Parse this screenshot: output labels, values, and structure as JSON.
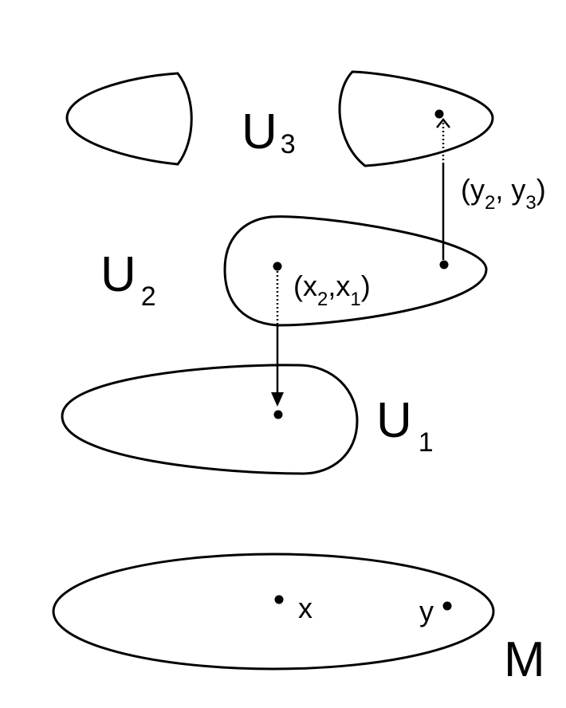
{
  "diagram": {
    "sheets": {
      "u3": {
        "letter": "U",
        "index": "3"
      },
      "u2": {
        "letter": "U",
        "index": "2"
      },
      "u1": {
        "letter": "U",
        "index": "1"
      }
    },
    "base": {
      "label": "M"
    },
    "points": {
      "x": "x",
      "y": "y"
    },
    "transitions": {
      "x_pair": {
        "open": "(x",
        "first_index": "2",
        "comma": ",x",
        "second_index": "1",
        "close": ")"
      },
      "y_pair": {
        "open": "(y",
        "first_index": "2",
        "comma": ", y",
        "second_index": "3",
        "close": ")"
      }
    },
    "colors": {
      "ink": "#000000",
      "background": "#ffffff"
    }
  }
}
